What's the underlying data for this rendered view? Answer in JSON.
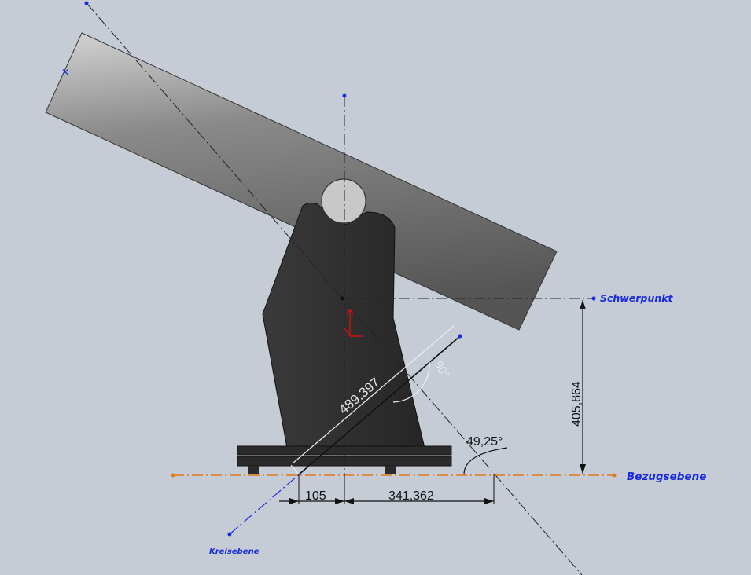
{
  "labels": {
    "center_of_mass": "Schwerpunkt",
    "reference_plane": "Bezugsebene",
    "circle_plane": "Kreisebene"
  },
  "dimensions": {
    "height": "405,864",
    "diagonal": "489,397",
    "angle_right": "90°",
    "angle_ground": "49,25°",
    "offset_left": "105",
    "offset_right": "341,362"
  },
  "colors": {
    "background": "#c5ccd6",
    "annotation_blue": "#1a2be0",
    "reference_orange": "#e07a1f",
    "body_dark": "#2a2a2a",
    "tube_grey": "#6e6e6e"
  }
}
